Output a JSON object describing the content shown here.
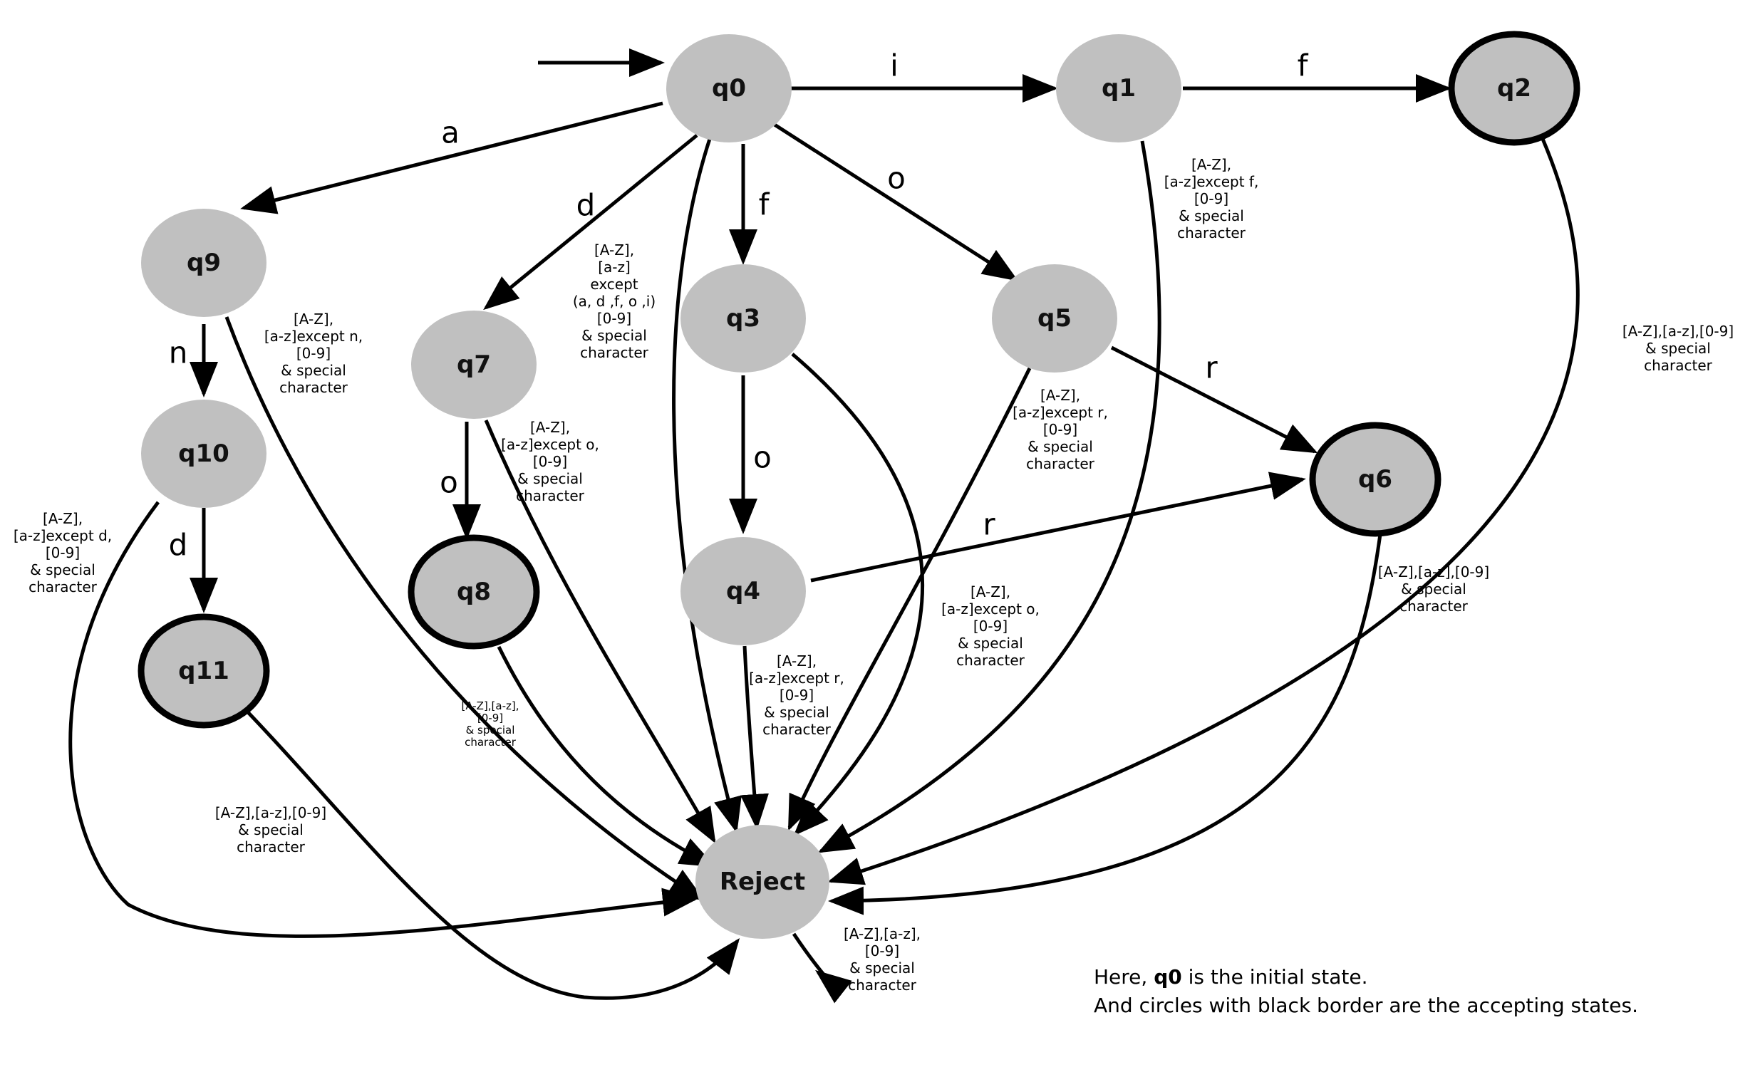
{
  "states": [
    {
      "id": "q0",
      "label": "q0",
      "accepting": false
    },
    {
      "id": "q1",
      "label": "q1",
      "accepting": false
    },
    {
      "id": "q2",
      "label": "q2",
      "accepting": true
    },
    {
      "id": "q3",
      "label": "q3",
      "accepting": false
    },
    {
      "id": "q4",
      "label": "q4",
      "accepting": false
    },
    {
      "id": "q5",
      "label": "q5",
      "accepting": false
    },
    {
      "id": "q6",
      "label": "q6",
      "accepting": true
    },
    {
      "id": "q7",
      "label": "q7",
      "accepting": false
    },
    {
      "id": "q8",
      "label": "q8",
      "accepting": true
    },
    {
      "id": "q9",
      "label": "q9",
      "accepting": false
    },
    {
      "id": "q10",
      "label": "q10",
      "accepting": false
    },
    {
      "id": "q11",
      "label": "q11",
      "accepting": true
    },
    {
      "id": "reject",
      "label": "Reject",
      "accepting": false
    }
  ],
  "initial_state": "q0",
  "transitions": [
    {
      "from": "q0",
      "to": "q1",
      "label": "i"
    },
    {
      "from": "q1",
      "to": "q2",
      "label": "f"
    },
    {
      "from": "q0",
      "to": "q9",
      "label": "a"
    },
    {
      "from": "q0",
      "to": "q7",
      "label": "d"
    },
    {
      "from": "q0",
      "to": "q3",
      "label": "f"
    },
    {
      "from": "q0",
      "to": "q5",
      "label": "o"
    },
    {
      "from": "q9",
      "to": "q10",
      "label": "n"
    },
    {
      "from": "q10",
      "to": "q11",
      "label": "d"
    },
    {
      "from": "q7",
      "to": "q8",
      "label": "o"
    },
    {
      "from": "q3",
      "to": "q4",
      "label": "o"
    },
    {
      "from": "q5",
      "to": "q6",
      "label": "r"
    },
    {
      "from": "q4",
      "to": "q6",
      "label": "r"
    },
    {
      "from": "q0",
      "to": "reject",
      "label": [
        "[A-Z],",
        "[a-z]",
        "except",
        "(a, d ,f, o ,i)",
        "[0-9]",
        "& special",
        "character"
      ]
    },
    {
      "from": "q1",
      "to": "reject",
      "label": [
        "[A-Z],",
        "[a-z]except f,",
        "[0-9]",
        "& special",
        "character"
      ]
    },
    {
      "from": "q2",
      "to": "reject",
      "label": [
        "[A-Z],[a-z],[0-9]",
        "& special",
        "character"
      ]
    },
    {
      "from": "q9",
      "to": "reject",
      "label": [
        "[A-Z],",
        "[a-z]except n,",
        "[0-9]",
        "& special",
        "character"
      ]
    },
    {
      "from": "q10",
      "to": "reject",
      "label": [
        "[A-Z],",
        "[a-z]except d,",
        "[0-9]",
        "& special",
        "character"
      ]
    },
    {
      "from": "q11",
      "to": "reject",
      "label": [
        "[A-Z],[a-z],[0-9]",
        "& special",
        "character"
      ]
    },
    {
      "from": "q7",
      "to": "reject",
      "label": [
        "[A-Z],",
        "[a-z]except o,",
        "[0-9]",
        "& special",
        "character"
      ]
    },
    {
      "from": "q8",
      "to": "reject",
      "label": [
        "[A-Z],[a-z],",
        "[0-9]",
        "& special",
        "character"
      ]
    },
    {
      "from": "q3",
      "to": "reject",
      "label": [
        "[A-Z],",
        "[a-z]except o,",
        "[0-9]",
        "& special",
        "character"
      ]
    },
    {
      "from": "q4",
      "to": "reject",
      "label": [
        "[A-Z],",
        "[a-z]except r,",
        "[0-9]",
        "& special",
        "character"
      ]
    },
    {
      "from": "q5",
      "to": "reject",
      "label": [
        "[A-Z],",
        "[a-z]except r,",
        "[0-9]",
        "& special",
        "character"
      ]
    },
    {
      "from": "q6",
      "to": "reject",
      "label": [
        "[A-Z],[a-z],[0-9]",
        "& special",
        "character"
      ]
    },
    {
      "from": "reject",
      "to": "reject",
      "label": [
        "[A-Z],[a-z],",
        "[0-9]",
        "& special",
        "character"
      ]
    }
  ],
  "footnote": {
    "line1_prefix": "Here, ",
    "line1_bold": "q0",
    "line1_suffix": " is the initial state.",
    "line2": "And circles with black border are the accepting states."
  }
}
